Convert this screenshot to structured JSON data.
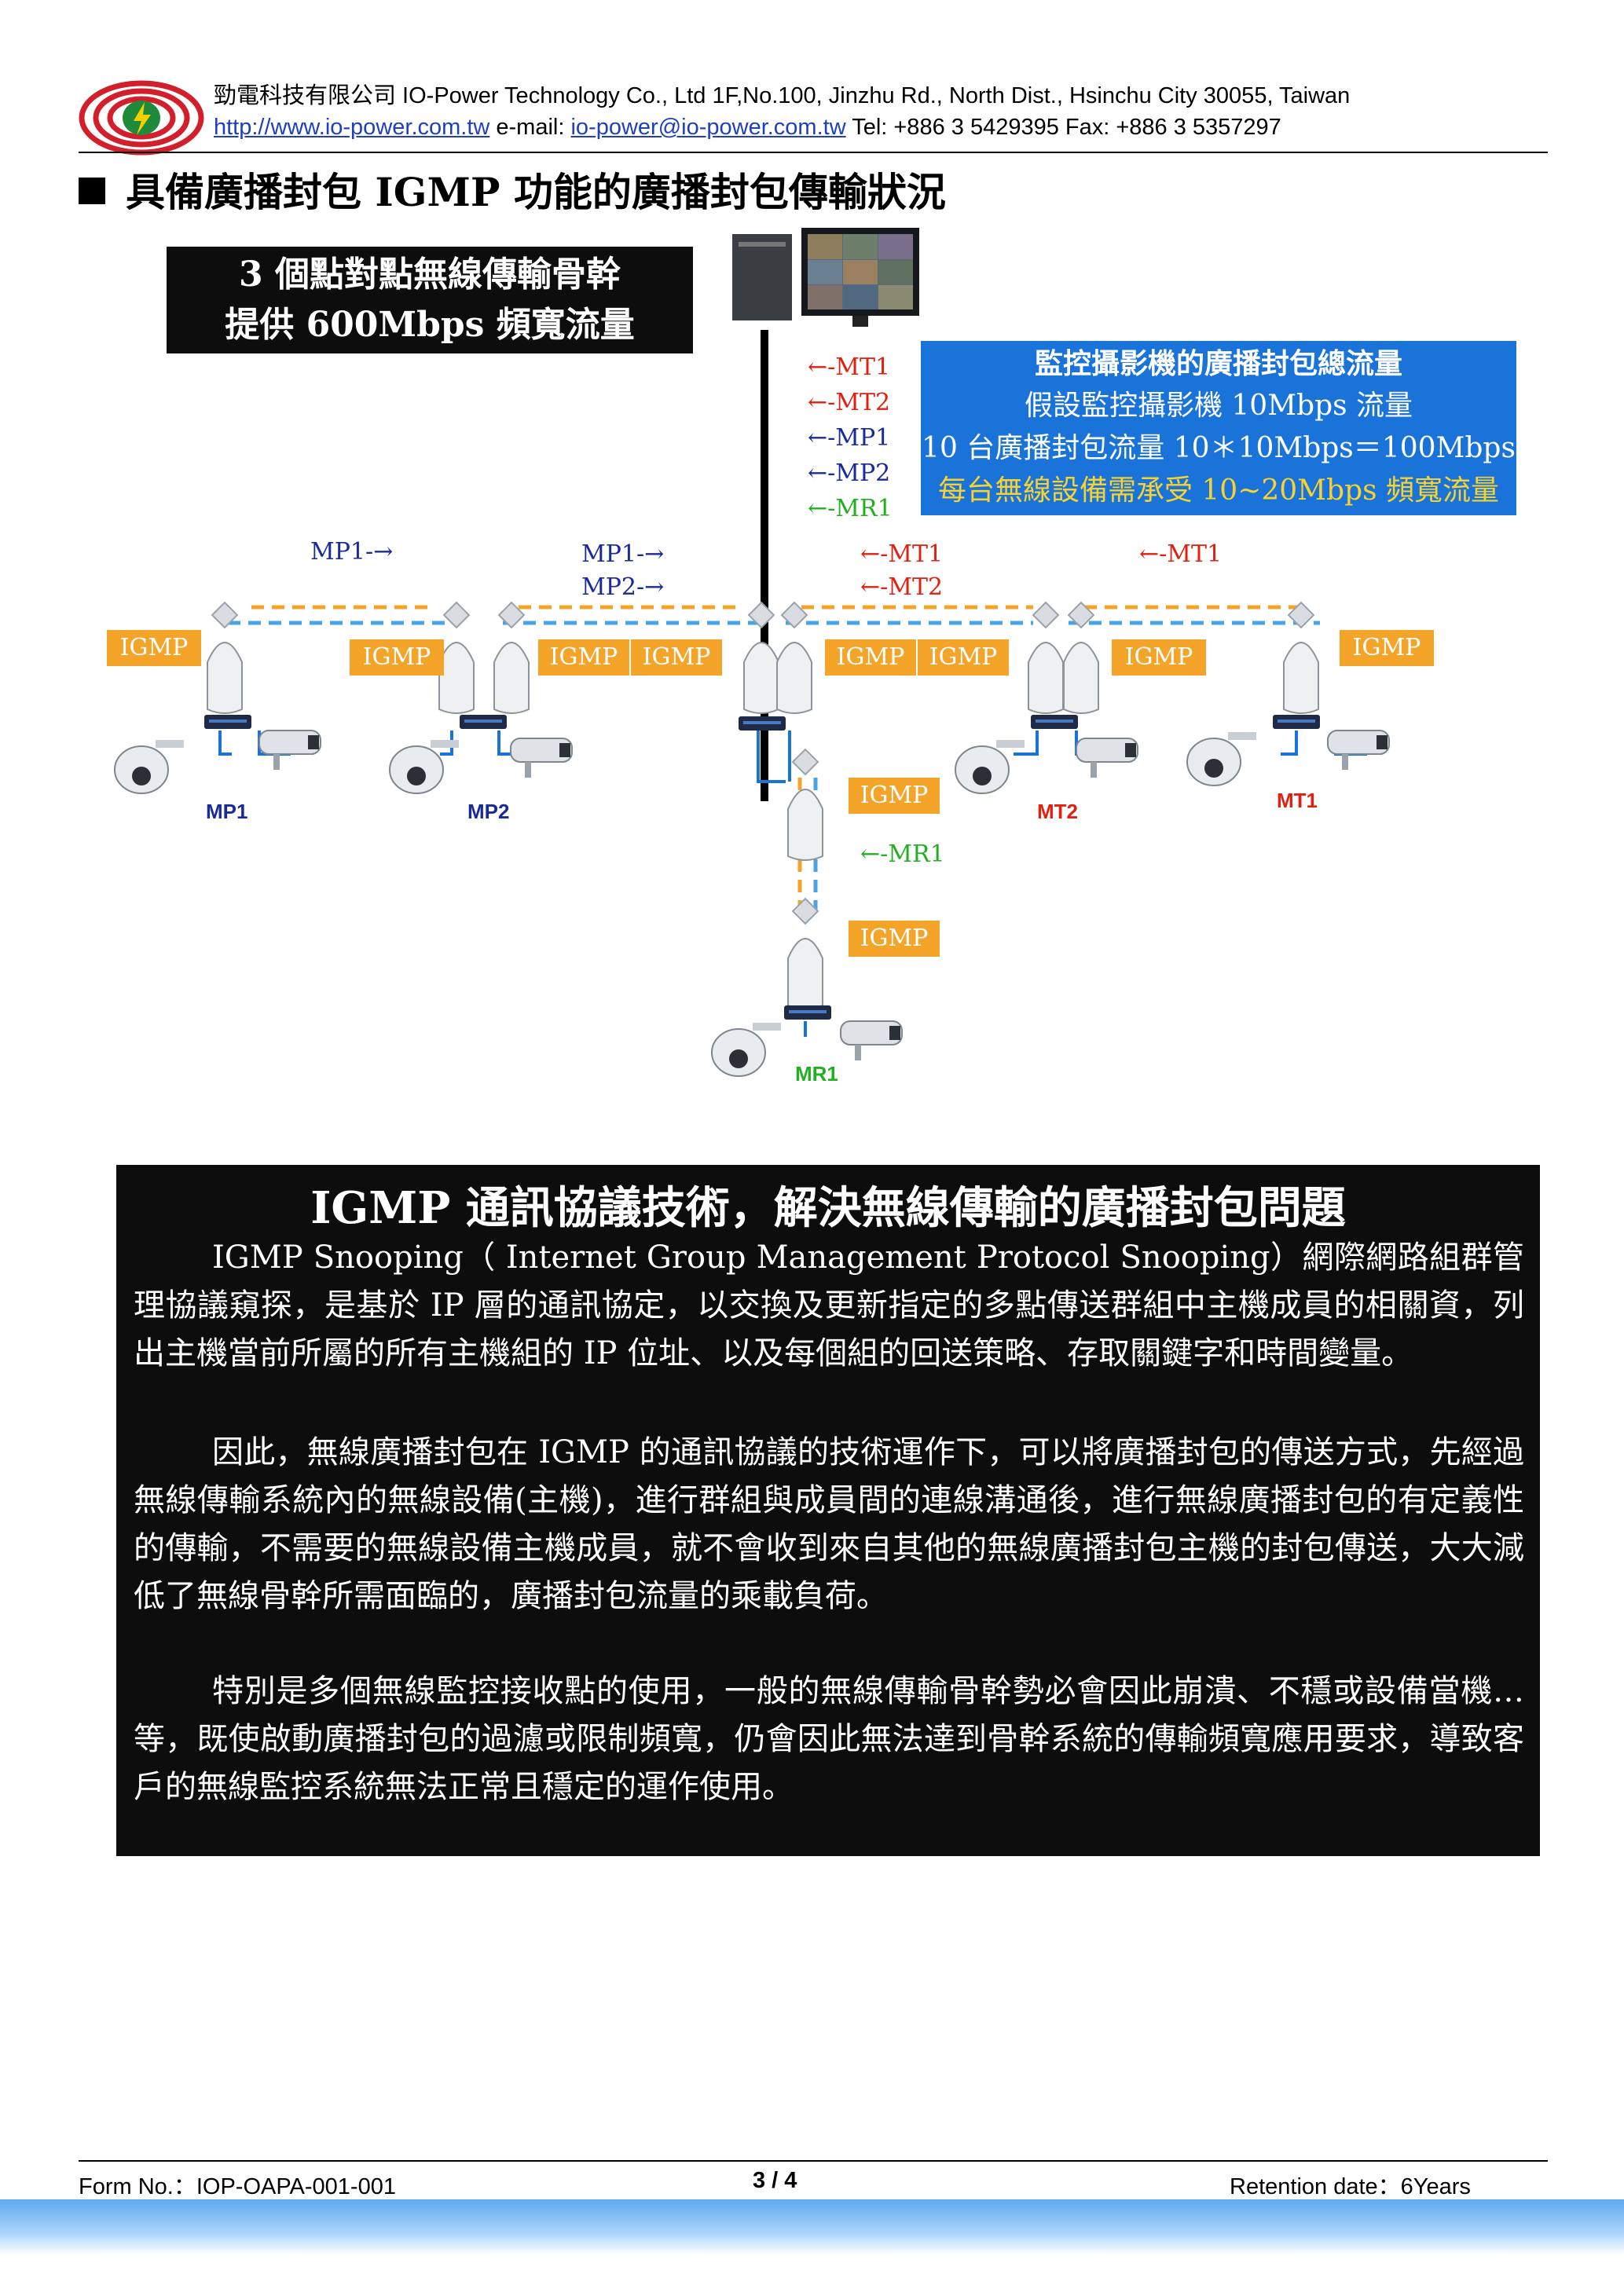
{
  "header": {
    "company_line": "勁電科技有限公司 IO-Power Technology Co., Ltd    1F,No.100, Jinzhu Rd., North Dist., Hsinchu City 30055, Taiwan",
    "website": "http://www.io-power.com.tw",
    "email_label": " e-mail: ",
    "email": "io-power@io-power.com.tw",
    "phones": " Tel: +886 3 5429395 Fax: +886 3 5357297"
  },
  "section_title": "具備廣播封包 IGMP 功能的廣播封包傳輸狀況",
  "diagram": {
    "backbone_box": [
      "3 個點對點無線傳輸骨幹",
      "提供 600Mbps 頻寬流量"
    ],
    "traffic_box": [
      "監控攝影機的廣播封包總流量",
      "假設監控攝影機 10Mbps 流量",
      "10 台廣播封包流量 10＊10Mbps＝100Mbps",
      "每台無線設備需承受 10~20Mbps 頻寬流量"
    ],
    "center_labels": [
      "←-MT1",
      "←-MT2",
      "←-MP1",
      "←-MP2",
      "←-MR1"
    ],
    "left_arrow_1": "MP1-→",
    "left_arrow_2a": "MP1-→",
    "left_arrow_2b": "MP2-→",
    "right_arrow_1a": "←-MT1",
    "right_arrow_1b": "←-MT2",
    "right_arrow_2": "←-MT1",
    "down_arrow": "←-MR1",
    "igmp_label": "IGMP",
    "sites": [
      "MP1",
      "MP2",
      "MT2",
      "MT1",
      "MR1"
    ]
  },
  "panel": {
    "title": "IGMP 通訊協議技術，解決無線傳輸的廣播封包問題",
    "paragraphs": [
      "IGMP Snooping（ Internet Group Management Protocol Snooping）網際網路組群管理協議窺探，是基於 IP 層的通訊協定，以交換及更新指定的多點傳送群組中主機成員的相關資，列出主機當前所屬的所有主機組的 IP 位址、以及每個組的回送策略、存取關鍵字和時間變量。",
      "因此，無線廣播封包在 IGMP 的通訊協議的技術運作下，可以將廣播封包的傳送方式，先經過無線傳輸系統內的無線設備(主機)，進行群組與成員間的連線溝通後，進行無線廣播封包的有定義性的傳輸，不需要的無線設備主機成員，就不會收到來自其他的無線廣播封包主機的封包傳送，大大減低了無線骨幹所需面臨的，廣播封包流量的乘載負荷。",
      "特別是多個無線監控接收點的使用，一般的無線傳輸骨幹勢必會因此崩潰、不穩或設備當機…等，既使啟動廣播封包的過濾或限制頻寬，仍會因此無法達到骨幹系統的傳輸頻寬應用要求，導致客戶的無線監控系統無法正常且穩定的運作使用。"
    ]
  },
  "footer": {
    "form_no": "Form No.：IOP-OAPA-001-001",
    "page": "3 / 4",
    "retention": "Retention date：6Years"
  },
  "colors": {
    "accent_blue": "#1a73d9",
    "igmp_orange": "#f5a42a",
    "arrow_red": "#e02010",
    "arrow_blue": "#1a2a9a",
    "arrow_green": "#22b022"
  }
}
